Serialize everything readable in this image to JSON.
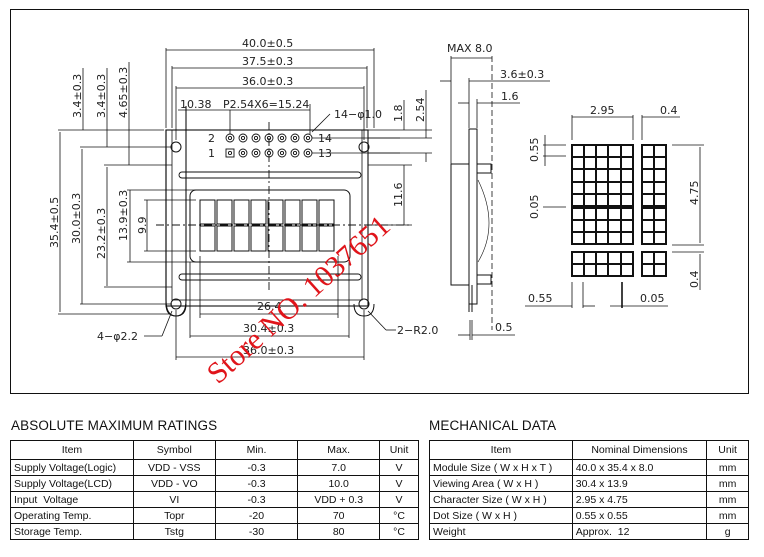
{
  "drawing": {
    "dimensions_top": {
      "overall_width": "40.0±0.5",
      "pcb_width": "37.5±0.3",
      "hole_pitch_width": "36.0±0.3",
      "pin_offset": "10.38",
      "pin_pitch": "P2.54X6=15.24",
      "pin_holes": "14−φ1.0",
      "pin_labels": [
        "2",
        "1",
        "14",
        "13"
      ]
    },
    "dimensions_left": [
      "3.4±0.3",
      "3.4±0.3",
      "4.65±0.3",
      "35.4±0.5",
      "30.0±0.3",
      "23.2±0.3",
      "13.9±0.3",
      "9.9"
    ],
    "dimensions_right": [
      "1.8",
      "2.54",
      "11.6"
    ],
    "dimensions_bottom": {
      "char_area": "26.4",
      "viewing_area": "30.4±0.3",
      "hole_pitch": "36.0±0.3",
      "mount_holes": "4−φ2.2",
      "corner_radius": "2−R2.0"
    },
    "side_view": {
      "max_thickness": "MAX 8.0",
      "lcd_thickness": "3.6±0.3",
      "pcb_thickness": "1.6",
      "pin_width": "0.5"
    },
    "char_detail": {
      "char_width": "2.95",
      "char_gap": "0.4",
      "dot_height": "0.55",
      "dot_gap": "0.05",
      "char_height": "4.75",
      "cursor_gap": "0.4",
      "dot_width": "0.55",
      "dot_pitch_gap": "0.05"
    },
    "watermark": "Store NO. 1037651"
  },
  "absolute_maximum_ratings": {
    "title": "ABSOLUTE MAXIMUM RATINGS",
    "headers": [
      "Item",
      "Symbol",
      "Min.",
      "Max.",
      "Unit"
    ],
    "rows": [
      {
        "item": "Supply Voltage(Logic)",
        "symbol": "VDD - VSS",
        "min": "-0.3",
        "max": "7.0",
        "unit": "V"
      },
      {
        "item": "Supply Voltage(LCD)",
        "symbol": "VDD - VO",
        "min": "-0.3",
        "max": "10.0",
        "unit": "V"
      },
      {
        "item": "Input  Voltage",
        "symbol": "VI",
        "min": "-0.3",
        "max": "VDD + 0.3",
        "unit": "V"
      },
      {
        "item": "Operating Temp.",
        "symbol": "Topr",
        "min": "-20",
        "max": "70",
        "unit": "°C"
      },
      {
        "item": "Storage Temp.",
        "symbol": "Tstg",
        "min": "-30",
        "max": "80",
        "unit": "°C"
      }
    ]
  },
  "mechanical_data": {
    "title": "MECHANICAL DATA",
    "headers": [
      "Item",
      "Nominal Dimensions",
      "Unit"
    ],
    "rows": [
      {
        "item": "Module Size ( W x H x T )",
        "value": "40.0 x 35.4 x 8.0",
        "unit": "mm"
      },
      {
        "item": "Viewing Area ( W x H )",
        "value": "30.4 x 13.9",
        "unit": "mm"
      },
      {
        "item": "Character Size ( W x H )",
        "value": "2.95 x 4.75",
        "unit": "mm"
      },
      {
        "item": "Dot Size ( W x H )",
        "value": "0.55 x 0.55",
        "unit": "mm"
      },
      {
        "item": "Weight",
        "value": "Approx.  12",
        "unit": "g"
      }
    ]
  }
}
